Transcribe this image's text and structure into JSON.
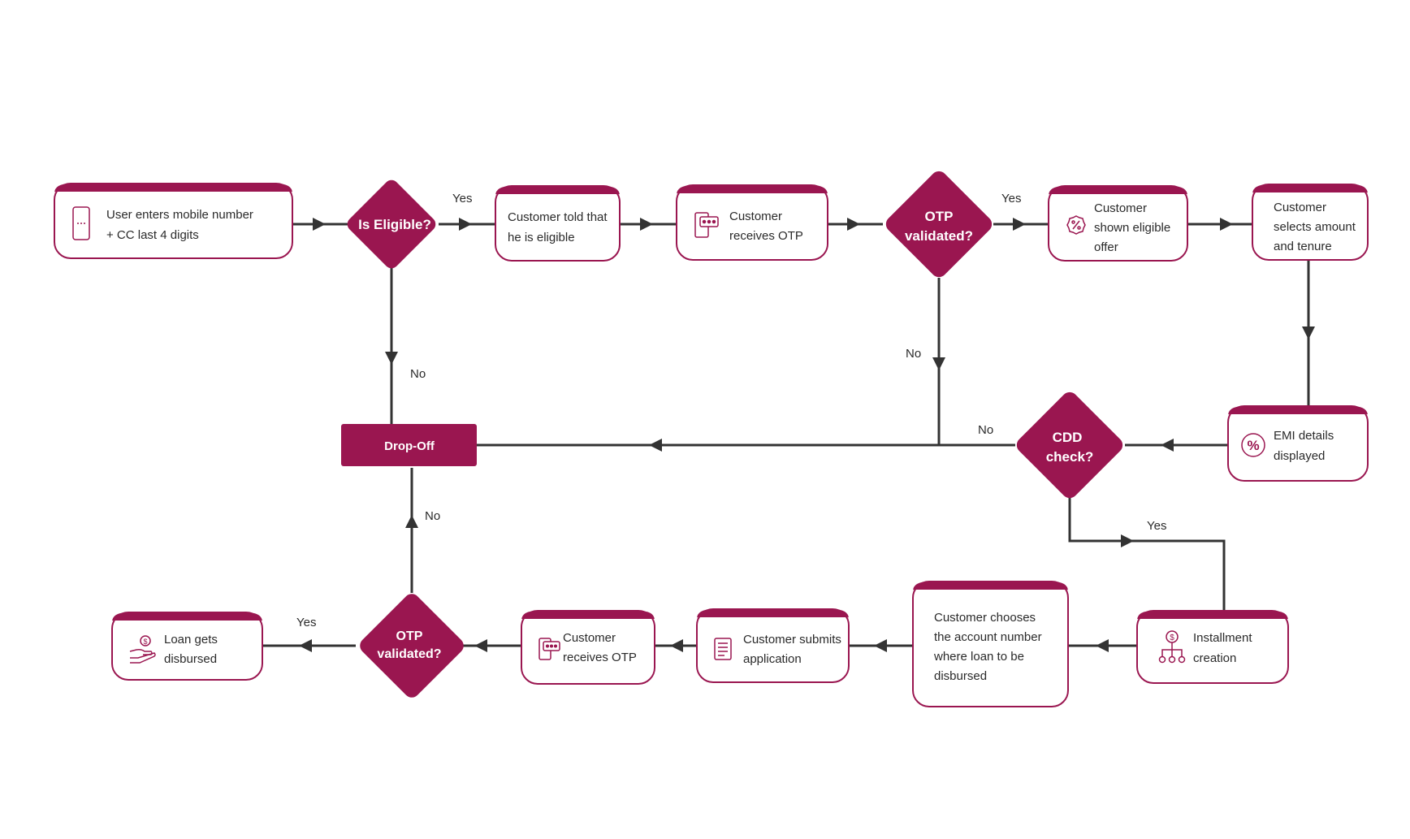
{
  "colors": {
    "accent": "#9a1650",
    "line": "#333333",
    "text": "#2a2a2a",
    "background": "#ffffff"
  },
  "nodes": {
    "user_enters": {
      "lines": [
        "User enters mobile number",
        "+ CC last 4 digits"
      ],
      "icon": "phone-icon"
    },
    "is_eligible": {
      "lines": [
        "Is Eligible?"
      ]
    },
    "told_eligible": {
      "lines": [
        "Customer told that",
        "he is eligible"
      ]
    },
    "receives_otp_1": {
      "lines": [
        "Customer",
        "receives OTP"
      ],
      "icon": "otp-phone-icon"
    },
    "otp_validated_1": {
      "lines": [
        "OTP",
        "validated?"
      ]
    },
    "shown_offer": {
      "lines": [
        "Customer",
        "shown eligible",
        "offer"
      ],
      "icon": "discount-badge-icon"
    },
    "selects_amount": {
      "lines": [
        "Customer",
        "selects amount",
        "and tenure"
      ]
    },
    "emi_details": {
      "lines": [
        "EMI details",
        "displayed"
      ],
      "icon": "percent-icon"
    },
    "cdd_check": {
      "lines": [
        "CDD",
        "check?"
      ]
    },
    "drop_off": {
      "lines": [
        "Drop-Off"
      ]
    },
    "installment": {
      "lines": [
        "Installment",
        "creation"
      ],
      "icon": "hierarchy-dollar-icon"
    },
    "chooses_account": {
      "lines": [
        "Customer chooses",
        "the account number",
        "where loan to be",
        "disbursed"
      ]
    },
    "submits_app": {
      "lines": [
        "Customer submits",
        "application"
      ],
      "icon": "document-list-icon"
    },
    "receives_otp_2": {
      "lines": [
        "Customer",
        "receives OTP"
      ],
      "icon": "otp-phone-icon"
    },
    "otp_validated_2": {
      "lines": [
        "OTP",
        "validated?"
      ]
    },
    "loan_disbursed": {
      "lines": [
        "Loan gets",
        "disbursed"
      ],
      "icon": "hand-coin-icon"
    }
  },
  "edge_labels": {
    "eligible_yes": "Yes",
    "eligible_no": "No",
    "otp1_yes": "Yes",
    "otp1_no": "No",
    "cdd_no": "No",
    "cdd_yes": "Yes",
    "otp2_no": "No",
    "otp2_yes": "Yes"
  }
}
